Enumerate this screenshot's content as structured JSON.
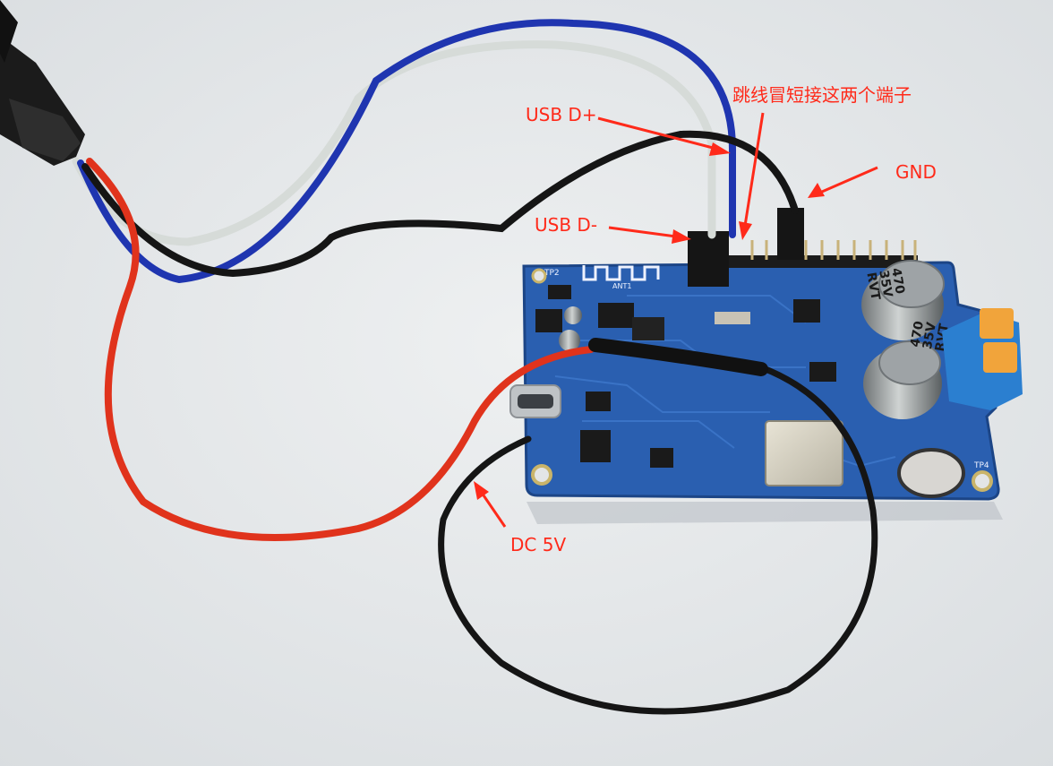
{
  "annotations": {
    "usb_dplus": "USB D+",
    "usb_dminus": "USB D-",
    "jumper_note": "跳线冒短接这两个端子",
    "gnd": "GND",
    "dc_5v": "DC 5V"
  },
  "board_markings": {
    "cap_a": [
      "470",
      "35V",
      "RVT"
    ],
    "cap_b": [
      "470",
      "35V",
      "RVT"
    ],
    "tp2": "TP2",
    "tp4": "TP4",
    "ant1": "ANT1"
  },
  "colors": {
    "annotation": "#ff2a1a",
    "pcb": "#2a5fb0",
    "wire_red": "#e0331c",
    "wire_blue": "#1f35b0",
    "wire_white": "#d6dbd8",
    "wire_black": "#151515"
  },
  "icons": [
    "usb-connector-icon",
    "arrow-icon",
    "pcb-board-icon",
    "terminal-block-icon",
    "capacitor-icon"
  ]
}
